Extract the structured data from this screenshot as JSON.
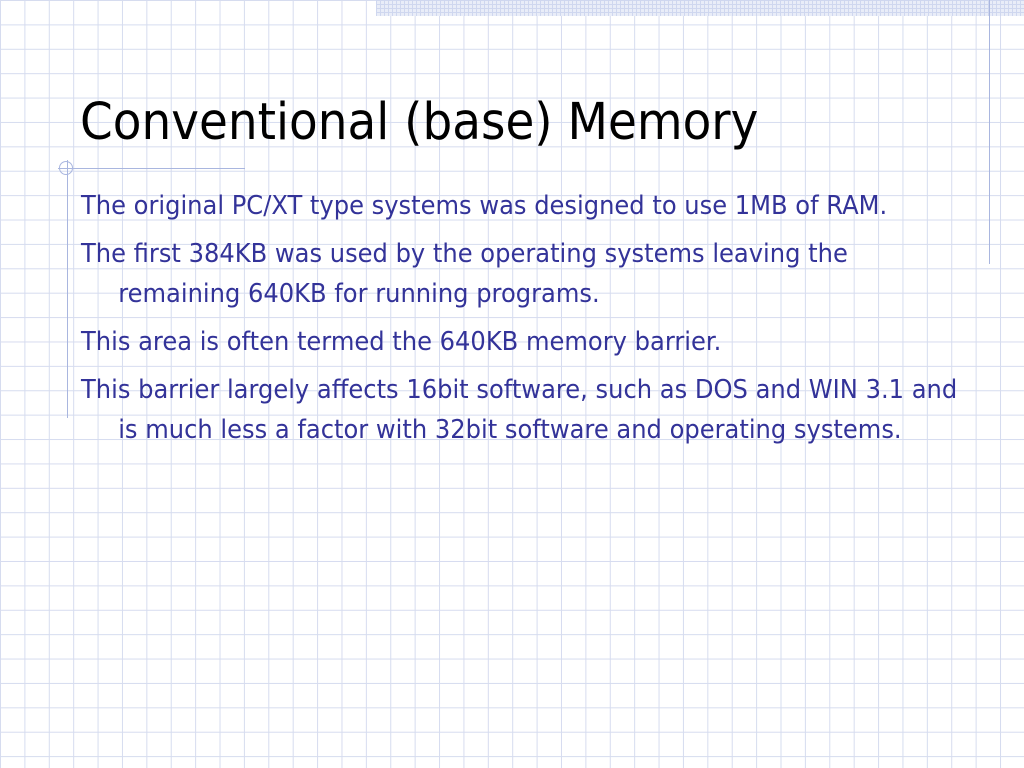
{
  "slide": {
    "title": "Conventional (base) Memory",
    "bullets": [
      {
        "text": "The original PC/XT type systems was designed to use 1MB of RAM."
      },
      {
        "text": "The first 384KB was used by the operating systems leaving the remaining 640KB for running programs."
      },
      {
        "text": "This area is often termed the 640KB memory barrier."
      },
      {
        "text": "This barrier largely affects 16bit software, such as DOS and WIN 3.1 and is much less a factor with 32bit software and operating systems."
      }
    ]
  },
  "colors": {
    "background": "#ffffff",
    "grid": "#d6dcef",
    "title": "#000000",
    "body_text": "#333399",
    "accent_lines": "#a9b6df"
  }
}
